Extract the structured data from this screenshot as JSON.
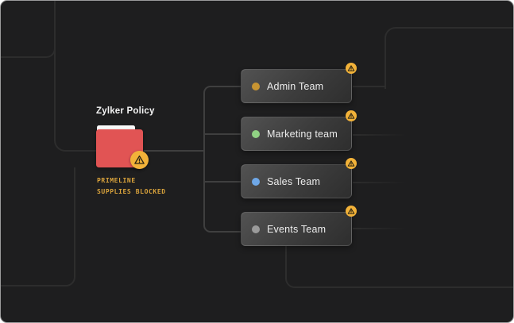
{
  "canvas": {
    "background": "#1e1e1f",
    "connector_color": "#3f3f3f",
    "grid_line_color": "#2d2d2d"
  },
  "root_node": {
    "title": "Zylker Policy",
    "note_line1": "PRIMELINE",
    "note_line2": "SUPPLIES BLOCKED",
    "folder_color": "#e15454",
    "folder_tab_color": "#fafafa",
    "note_color": "#dba43c"
  },
  "warning_badge": {
    "icon": "warning-triangle",
    "color": "#f2b239",
    "glyph_color": "#2b2413"
  },
  "teams": [
    {
      "label": "Admin Team",
      "dot_color": "#c79432"
    },
    {
      "label": "Marketing team",
      "dot_color": "#90d183"
    },
    {
      "label": "Sales Team",
      "dot_color": "#6fa8e8"
    },
    {
      "label": "Events Team",
      "dot_color": "#9b9b9b"
    }
  ]
}
